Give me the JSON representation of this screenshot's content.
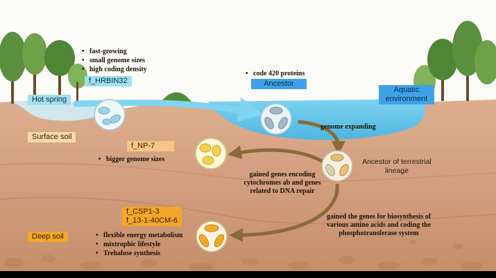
{
  "labels": {
    "hot_spring": "Hot spring",
    "surface_soil": "Surface soil",
    "deep_soil": "Deep soil",
    "aquatic_line1": "Aquatic",
    "aquatic_line2": "environment",
    "ancestor": "Ancestor",
    "ancestor_terrestrial_line1": "Ancestor of terrestrial",
    "ancestor_terrestrial_line2": "lineage"
  },
  "lineages": {
    "hrbin32": "f_HRBIN32",
    "np7": "f_NP-7",
    "csp1_line1": "f_CSP1-3",
    "csp1_line2": "f_13-1-40CM-6"
  },
  "traits": {
    "hrbin32": [
      "fast-growing",
      "small genome sizes",
      "high coding density"
    ],
    "ancestor": [
      "code 420 proteins"
    ],
    "np7": [
      "bigger genome sizes"
    ],
    "deep": [
      "flexible energy metabolism",
      "mixtrophic lifestyle",
      "Trehalose synthesis"
    ]
  },
  "arrows": {
    "genome_expanding": "genome expanding",
    "cytochromes_line1": "gained genes encoding",
    "cytochromes_line2": "cytochromes ab and genes",
    "cytochromes_line3": "related to DNA repair",
    "biosynthesis_line1": "gained the genes for biosynthesis of",
    "biosynthesis_line2": "various amino acids and coding the",
    "biosynthesis_line3": "phosphotransferase system"
  },
  "colors": {
    "sky": "#ffffff",
    "soil_top": "#d9a98a",
    "soil_mid": "#cf9a7a",
    "soil_deep": "#c4906e",
    "water": "#5cc3e6",
    "arrow_brown": "#8a6a3a",
    "arrow_blue": "#7fd4f0",
    "cell_blue": "#9fd3ea",
    "cell_yellow": "#f2d04a",
    "cell_orange": "#f0a92a"
  }
}
